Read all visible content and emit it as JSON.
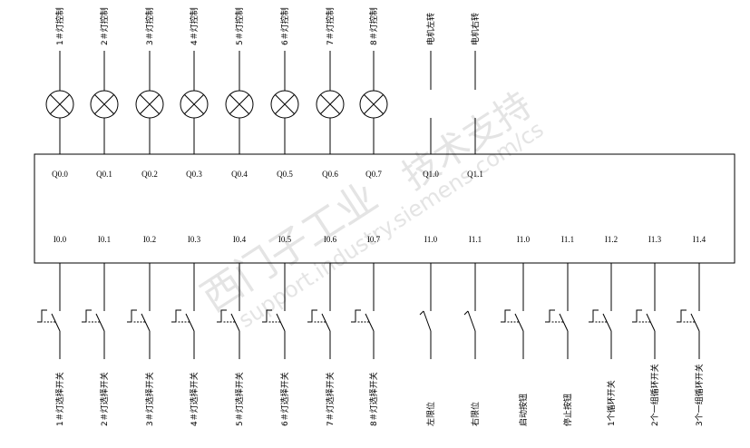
{
  "watermark": {
    "brand_cn": "西门子工业",
    "brand_cn2": "技术支持",
    "url": "support.industry.siemens.com/cs"
  },
  "outputs": [
    {
      "address": "Q0.0",
      "label": "1＃灯控制",
      "load": "lamp"
    },
    {
      "address": "Q0.1",
      "label": "2＃灯控制",
      "load": "lamp"
    },
    {
      "address": "Q0.2",
      "label": "3＃灯控制",
      "load": "lamp"
    },
    {
      "address": "Q0.3",
      "label": "4＃灯控制",
      "load": "lamp"
    },
    {
      "address": "Q0.4",
      "label": "5＃灯控制",
      "load": "lamp"
    },
    {
      "address": "Q0.5",
      "label": "6＃灯控制",
      "load": "lamp"
    },
    {
      "address": "Q0.6",
      "label": "7＃灯控制",
      "load": "lamp"
    },
    {
      "address": "Q0.7",
      "label": "8＃灯控制",
      "load": "lamp"
    },
    {
      "address": "Q1.0",
      "label": "电机左转",
      "load": "none"
    },
    {
      "address": "Q1.1",
      "label": "电机右转",
      "load": "none"
    }
  ],
  "inputs": [
    {
      "address": "I0.0",
      "label": "1＃灯选择开关",
      "switch": "selector"
    },
    {
      "address": "I0.1",
      "label": "2＃灯选择开关",
      "switch": "selector"
    },
    {
      "address": "I0.2",
      "label": "3＃灯选择开关",
      "switch": "selector"
    },
    {
      "address": "I0.3",
      "label": "4＃灯选择开关",
      "switch": "selector"
    },
    {
      "address": "I0.4",
      "label": "5＃灯选择开关",
      "switch": "selector"
    },
    {
      "address": "I0.5",
      "label": "6＃灯选择开关",
      "switch": "selector"
    },
    {
      "address": "I0.6",
      "label": "7＃灯选择开关",
      "switch": "selector"
    },
    {
      "address": "I0.7",
      "label": "8＃灯选择开关",
      "switch": "selector"
    },
    {
      "address": "I1.0",
      "label": "左限位",
      "switch": "limit"
    },
    {
      "address": "I1.1",
      "label": "右限位",
      "switch": "limit"
    },
    {
      "address": "I1.0",
      "label": "启动按钮",
      "switch": "selector"
    },
    {
      "address": "I1.1",
      "label": "停止按钮",
      "switch": "selector"
    },
    {
      "address": "I1.2",
      "label": "1个循环开关",
      "switch": "selector"
    },
    {
      "address": "I1.3",
      "label": "2个一组循环开关",
      "switch": "selector"
    },
    {
      "address": "I1.4",
      "label": "3个一组循环开关",
      "switch": "selector"
    }
  ]
}
